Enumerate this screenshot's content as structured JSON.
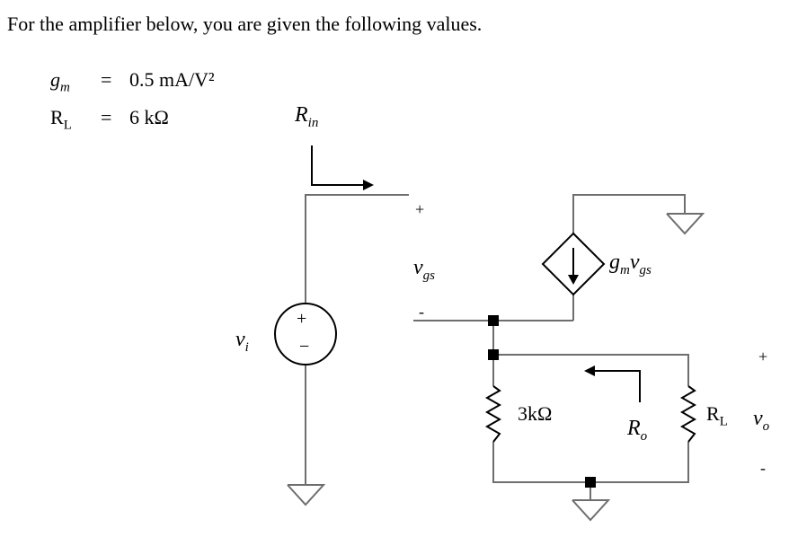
{
  "problem": {
    "intro": "For the amplifier below, you are given the following values."
  },
  "params": [
    {
      "symbol": "g",
      "symbol_sub": "m",
      "equals": "=",
      "value": "0.5 mA/V²"
    },
    {
      "symbol": "R",
      "symbol_sub": "L",
      "equals": "=",
      "value": "6 kΩ"
    }
  ],
  "circuit": {
    "rin": {
      "main": "R",
      "sub": "in"
    },
    "vi": {
      "main": "v",
      "sub": "i"
    },
    "vgs": {
      "main": "v",
      "sub": "gs"
    },
    "vgs_plus": "+",
    "vgs_minus": "-",
    "source_plus": "+",
    "source_minus": "−",
    "current_source": {
      "g": "g",
      "g_sub": "m",
      "v": "v",
      "v_sub": "gs"
    },
    "resistor_3k": "3kΩ",
    "ro": {
      "main": "R",
      "sub": "o"
    },
    "rl": {
      "main": "R",
      "sub": "L"
    },
    "vo": {
      "main": "v",
      "sub": "o"
    },
    "vo_plus": "+",
    "vo_minus": "-"
  },
  "colors": {
    "wire": "#6e6e6e",
    "node": "#000000",
    "text": "#000000"
  }
}
